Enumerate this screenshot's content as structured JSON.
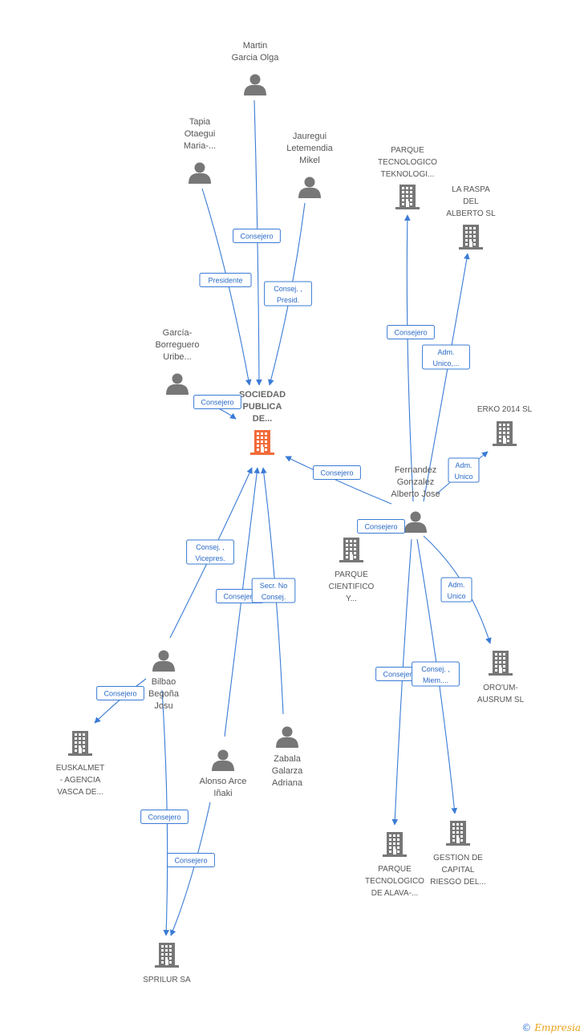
{
  "colors": {
    "edge": "#3a7bd5",
    "icon": "#777777",
    "central": "#f26b3a"
  },
  "nodes": {
    "central": {
      "lines": [
        "SOCIEDAD",
        "PUBLICA",
        "DE..."
      ],
      "icon": "company-icon",
      "central": true
    },
    "martin": {
      "lines": [
        "Martin",
        "Garcia Olga"
      ],
      "icon": "person-icon"
    },
    "tapia": {
      "lines": [
        "Tapia",
        "Otaegui",
        "Maria-..."
      ],
      "icon": "person-icon"
    },
    "jauregui": {
      "lines": [
        "Jauregui",
        "Letemendia",
        "Mikel"
      ],
      "icon": "person-icon"
    },
    "garcia": {
      "lines": [
        "García-",
        "Borreguero",
        "Uribe..."
      ],
      "icon": "person-icon"
    },
    "parque_tek": {
      "lines": [
        "PARQUE",
        "TECNOLOGICO",
        "TEKNOLOGI..."
      ],
      "icon": "company-icon"
    },
    "laraspa": {
      "lines": [
        "LA RASPA",
        "DEL",
        "ALBERTO SL"
      ],
      "icon": "company-icon"
    },
    "erko": {
      "lines": [
        "ERKO 2014 SL"
      ],
      "icon": "company-icon"
    },
    "fernandez": {
      "lines": [
        "Fernandez",
        "Gonzalez",
        "Alberto Jose"
      ],
      "icon": "person-icon"
    },
    "parque_cient": {
      "lines": [
        "PARQUE",
        "CIENTIFICO",
        "Y..."
      ],
      "icon": "company-icon"
    },
    "orourum": {
      "lines": [
        "ORO'UM-",
        "AUSRUM SL"
      ],
      "icon": "company-icon"
    },
    "bilbao": {
      "lines": [
        "Bilbao",
        "Begoña",
        "Josu"
      ],
      "icon": "person-icon"
    },
    "euskalmet": {
      "lines": [
        "EUSKALMET",
        "- AGENCIA",
        "VASCA DE..."
      ],
      "icon": "company-icon"
    },
    "alonso": {
      "lines": [
        "Alonso Arce",
        "Iñaki"
      ],
      "icon": "person-icon"
    },
    "zabala": {
      "lines": [
        "Zabala",
        "Galarza",
        "Adriana"
      ],
      "icon": "person-icon"
    },
    "sprilur": {
      "lines": [
        "SPRILUR SA"
      ],
      "icon": "company-icon"
    },
    "parque_alava": {
      "lines": [
        "PARQUE",
        "TECNOLOGICO",
        "DE ALAVA-..."
      ],
      "icon": "company-icon"
    },
    "gestion": {
      "lines": [
        "GESTION DE",
        "CAPITAL",
        "RIESGO DEL..."
      ],
      "icon": "company-icon"
    }
  },
  "edges": [
    {
      "from": "martin",
      "to": "central",
      "label": [
        "Consejero"
      ]
    },
    {
      "from": "tapia",
      "to": "central",
      "label": [
        "Presidente"
      ]
    },
    {
      "from": "jauregui",
      "to": "central",
      "label": [
        "Consej. ,",
        "Presid."
      ]
    },
    {
      "from": "garcia",
      "to": "central",
      "label": [
        "Consejero"
      ]
    },
    {
      "from": "fernandez",
      "to": "central",
      "label": [
        "Consejero"
      ]
    },
    {
      "from": "fernandez",
      "to": "parque_tek",
      "label": [
        "Consejero"
      ]
    },
    {
      "from": "fernandez",
      "to": "laraspa",
      "label": [
        "Adm.",
        "Unico,..."
      ]
    },
    {
      "from": "fernandez",
      "to": "erko",
      "label": [
        "Adm.",
        "Unico"
      ]
    },
    {
      "from": "fernandez",
      "to": "parque_cient",
      "label": [
        "Consejero"
      ]
    },
    {
      "from": "fernandez",
      "to": "orourum",
      "label": [
        "Adm.",
        "Unico"
      ]
    },
    {
      "from": "fernandez",
      "to": "parque_alava",
      "label": [
        "Consejero"
      ]
    },
    {
      "from": "fernandez",
      "to": "gestion",
      "label": [
        "Consej. ,",
        "Miem...."
      ]
    },
    {
      "from": "bilbao",
      "to": "central",
      "label": [
        "Consej. ,",
        "Vicepres."
      ]
    },
    {
      "from": "bilbao",
      "to": "euskalmet",
      "label": [
        "Consejero"
      ]
    },
    {
      "from": "bilbao",
      "to": "sprilur",
      "label": [
        "Consejero"
      ]
    },
    {
      "from": "alonso",
      "to": "central",
      "label": [
        "Consejero"
      ]
    },
    {
      "from": "alonso",
      "to": "sprilur",
      "label": [
        "Consejero"
      ]
    },
    {
      "from": "zabala",
      "to": "central",
      "label": [
        "Secr. No",
        "Consej."
      ]
    }
  ],
  "brand": {
    "copyright": "©",
    "name": "Empresia"
  }
}
